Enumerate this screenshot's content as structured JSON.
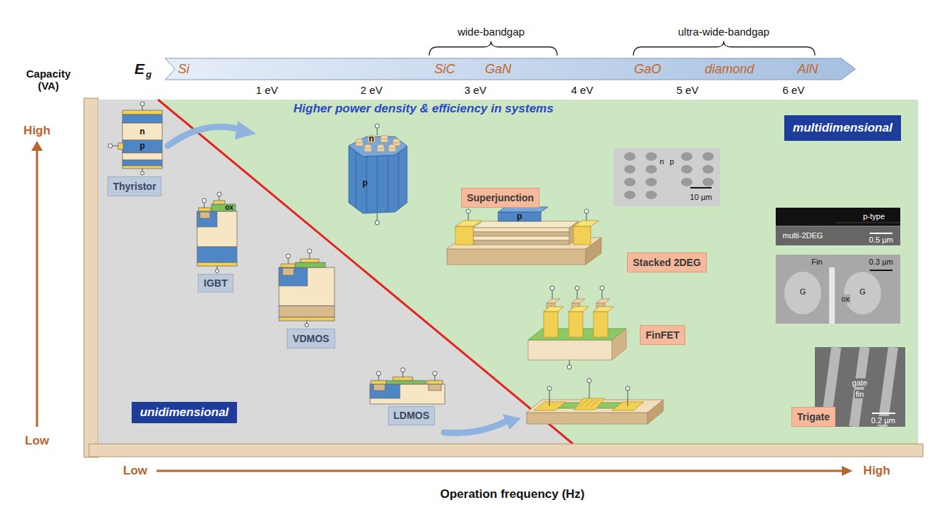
{
  "diagram": {
    "nodes": [
      {
        "text": [
          "Thyristor"
        ]
      },
      {
        "text": [
          "IGBT"
        ]
      },
      {
        "text": [
          "VDMOS"
        ]
      },
      {
        "text": [
          "LDMOS"
        ]
      },
      {
        "text": [
          "unidimensional"
        ]
      },
      {
        "text": [
          "Superjunction"
        ]
      },
      {
        "text": [
          "Stacked 2DEG"
        ]
      },
      {
        "text": [
          "FinFET"
        ]
      },
      {
        "text": [
          "Trigate"
        ]
      },
      {
        "text": [
          "multidimensional"
        ]
      }
    ],
    "labels": [
      "wide-bandgap",
      "ultra-wide-bandgap",
      "E",
      "g",
      "Si",
      "SiC",
      "GaN",
      "GaO",
      "diamond",
      "AlN",
      "1 eV",
      "2 eV",
      "3 eV",
      "4 eV",
      "5 eV",
      "6 eV",
      "Capacity (VA)",
      "High",
      "Low",
      "Higher power density & efficiency in systems",
      "n",
      "p",
      "ox",
      "n",
      "p",
      "n",
      "p",
      "10 µm",
      "p",
      "multi-2DEG",
      "p-type",
      "0.5 µm",
      "Fin",
      "0.3 µm",
      "G",
      "ox",
      "G",
      "gate",
      "fin",
      "0.2 µm",
      "Low",
      "High",
      "Operation frequency (Hz)"
    ]
  }
}
